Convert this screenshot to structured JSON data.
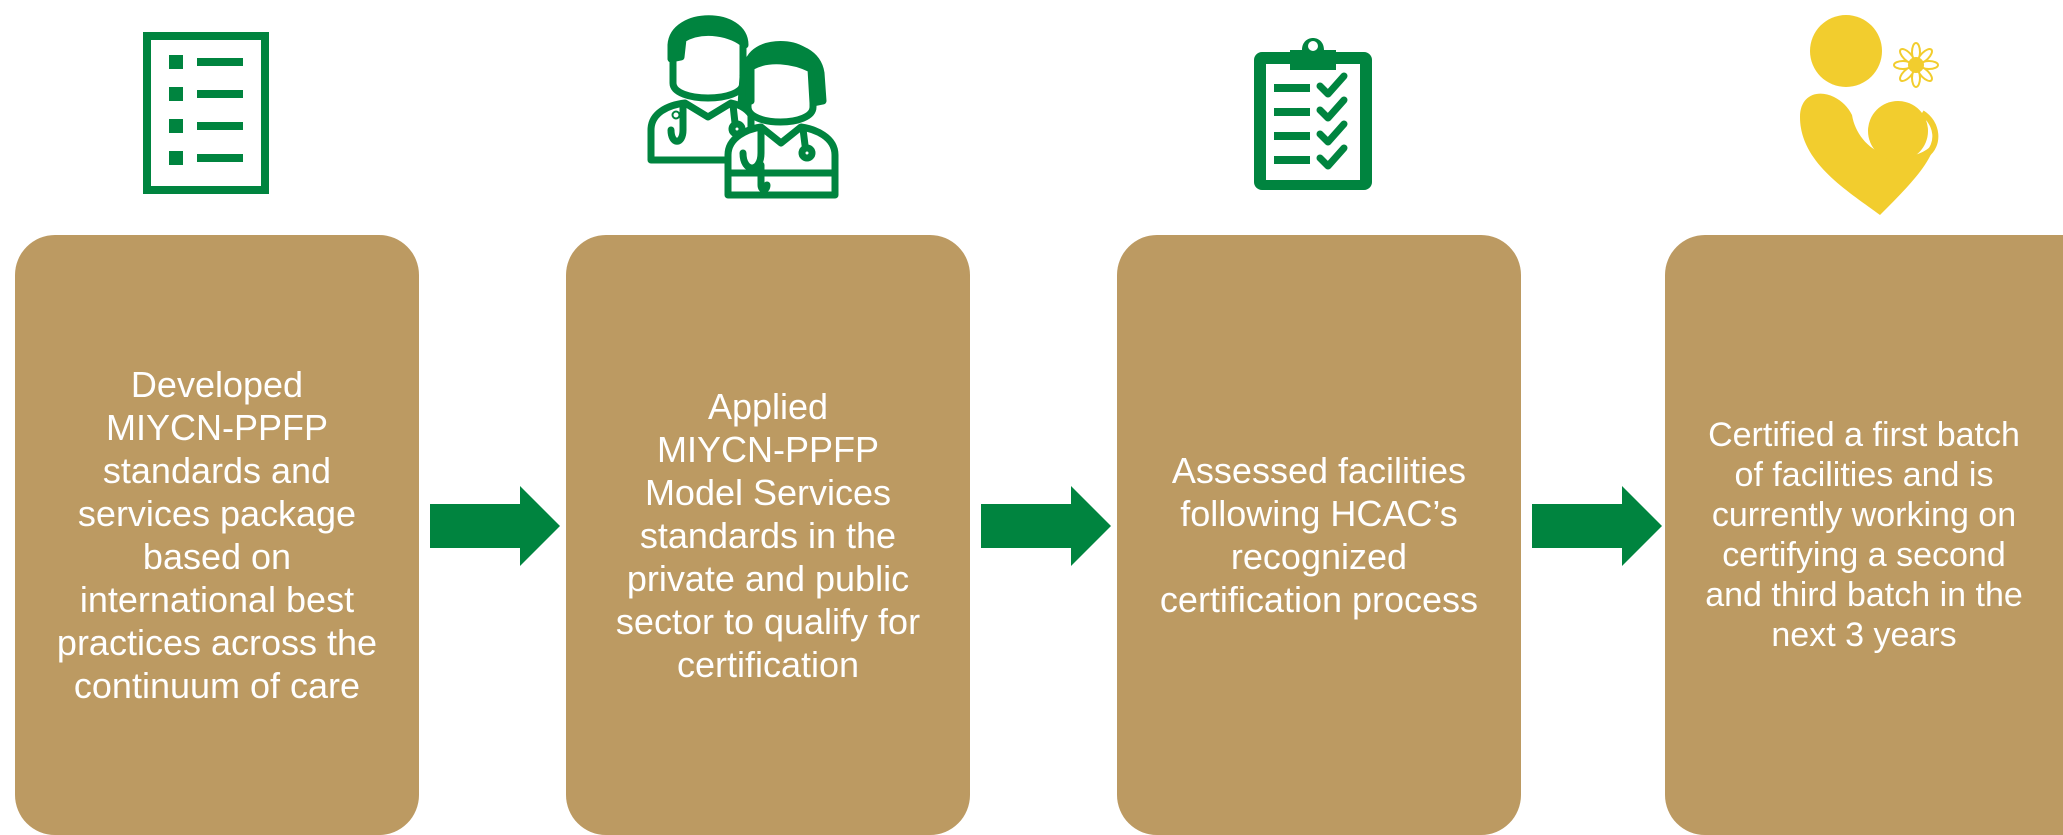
{
  "colors": {
    "box": "#bc9a62",
    "green": "#00843f",
    "yellow": "#f2cd2e",
    "text": "#ffffff"
  },
  "steps": [
    {
      "icon": "checklist-document-icon",
      "text": "Developed\nMIYCN-PPFP\nstandards and\nservices package\nbased on\ninternational best\npractices across the\ncontinuum of care"
    },
    {
      "icon": "health-workers-icon",
      "text": "Applied\nMIYCN-PPFP\nModel Services\nstandards in the\nprivate and public\nsector to qualify for\ncertification"
    },
    {
      "icon": "clipboard-checklist-icon",
      "text": "Assessed facilities\nfollowing HCAC’s\nrecognized\ncertification process"
    },
    {
      "icon": "mother-baby-logo-icon",
      "text": "Certified a first batch\nof facilities and is\ncurrently working on\ncertifying a second\nand third batch in the\nnext 3 years"
    }
  ]
}
